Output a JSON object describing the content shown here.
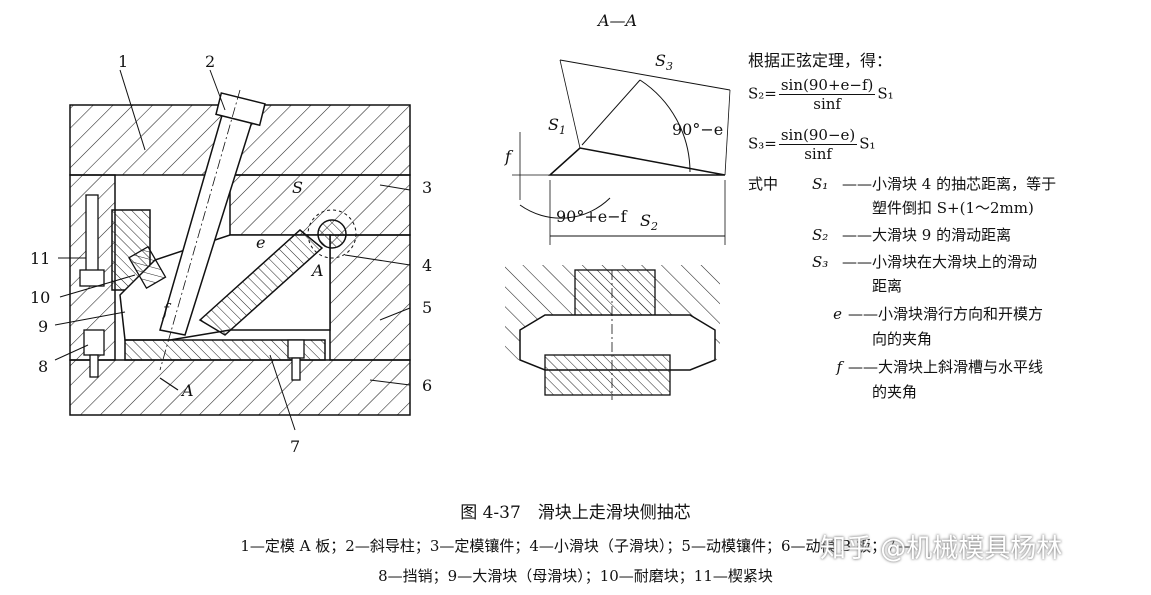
{
  "section_title": "A—A",
  "left_labels": {
    "l1": "1",
    "l2": "2",
    "l3": "3",
    "l4": "4",
    "l5": "5",
    "l6": "6",
    "l7": "7",
    "l8": "8",
    "l9": "9",
    "l10": "10",
    "l11": "11",
    "s": "S",
    "e": "e",
    "a1": "A",
    "f": "f",
    "a2": "A"
  },
  "triangle_labels": {
    "s3": "S",
    "s3_sub": "3",
    "s1": "S",
    "s1_sub": "1",
    "f": "f",
    "angle_top": "90°−e",
    "angle_bottom": "90°+e−f",
    "s2": "S",
    "s2_sub": "2"
  },
  "formulas": {
    "intro": "根据正弦定理，得：",
    "f1_lhs": "S₂=",
    "f1_num": "sin(90+e−f)",
    "f1_den": "sinf",
    "f1_rhs": "S₁",
    "f2_lhs": "S₃=",
    "f2_num": "sin(90−e)",
    "f2_den": "sinf",
    "f2_rhs": "S₁"
  },
  "definitions": {
    "head": "式中",
    "items": [
      {
        "sym": "S₁",
        "text": "——小滑块 4 的抽芯距离，等于"
      },
      {
        "sym": "",
        "text": "塑件倒扣 S+(1～2mm)"
      },
      {
        "sym": "S₂",
        "text": "——大滑块 9 的滑动距离"
      },
      {
        "sym": "S₃",
        "text": "——小滑块在大滑块上的滑动"
      },
      {
        "sym": "",
        "text": "距离"
      },
      {
        "sym": "e",
        "text": "——小滑块滑行方向和开模方"
      },
      {
        "sym": "",
        "text": "向的夹角"
      },
      {
        "sym": "f",
        "text": "——大滑块上斜滑槽与水平线"
      },
      {
        "sym": "",
        "text": "的夹角"
      }
    ]
  },
  "caption": {
    "title": "图 4-37　滑块上走滑块侧抽芯",
    "line1": "1—定模 A 板；2—斜导柱；3—定模镶件；4—小滑块（子滑块）；5—动模镶件；6—动模 B 板；7—",
    "line2": "8—挡销；9—大滑块（母滑块）；10—耐磨块；11—楔紧块"
  },
  "watermark": "知乎 @机械模具杨林"
}
